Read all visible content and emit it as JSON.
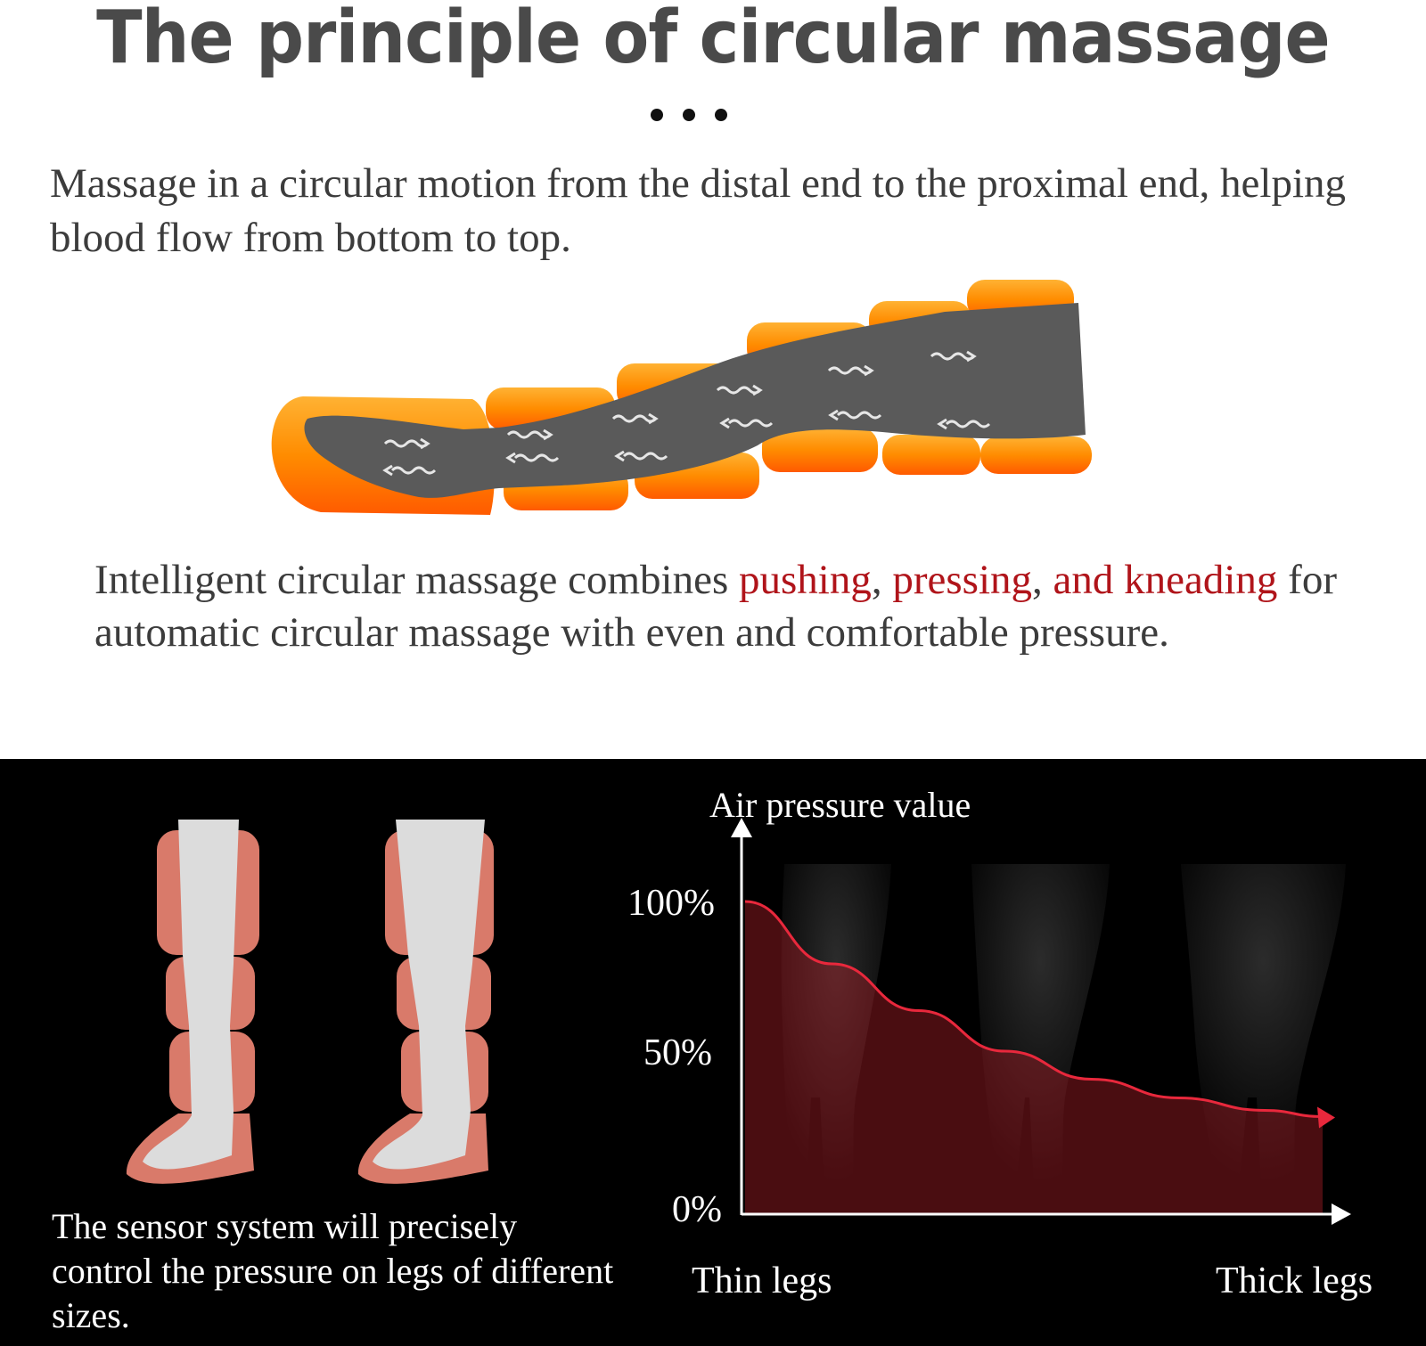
{
  "header": {
    "title": "The principle of circular massage"
  },
  "intro": {
    "text": "Massage in a circular motion from the distal end to the proximal end, helping blood flow from bottom to top."
  },
  "description": {
    "part1": "Intelligent circular massage combines ",
    "highlight1": "pushing",
    "sep1": ", ",
    "highlight2": "pressing",
    "sep2": ", ",
    "highlight3": "and kneading",
    "part2": " for automatic circular massage with even and comfortable pressure."
  },
  "sensor": {
    "text": "The sensor system will precisely control the pressure on legs of different sizes."
  },
  "colors": {
    "accent_red": "#b0141a",
    "chamber_orange": "#ff7a00",
    "leg_gray": "#5a5a5a",
    "chamber_salmon": "#d97a6a",
    "curve_red": "#e8283c"
  },
  "chart_data": {
    "type": "line",
    "ylabel": "Air pressure value",
    "xlabel": "",
    "yticks": [
      "0%",
      "50%",
      "100%"
    ],
    "ylim": [
      0,
      100
    ],
    "xlim": [
      0,
      1
    ],
    "x_start_label": "Thin legs",
    "x_end_label": "Thick legs",
    "series": [
      {
        "x": [
          0,
          0.15,
          0.3,
          0.45,
          0.6,
          0.75,
          0.9,
          1.0
        ],
        "values": [
          100,
          80,
          65,
          52,
          43,
          37,
          33,
          31
        ]
      }
    ],
    "fill_area": true,
    "grid": false
  }
}
